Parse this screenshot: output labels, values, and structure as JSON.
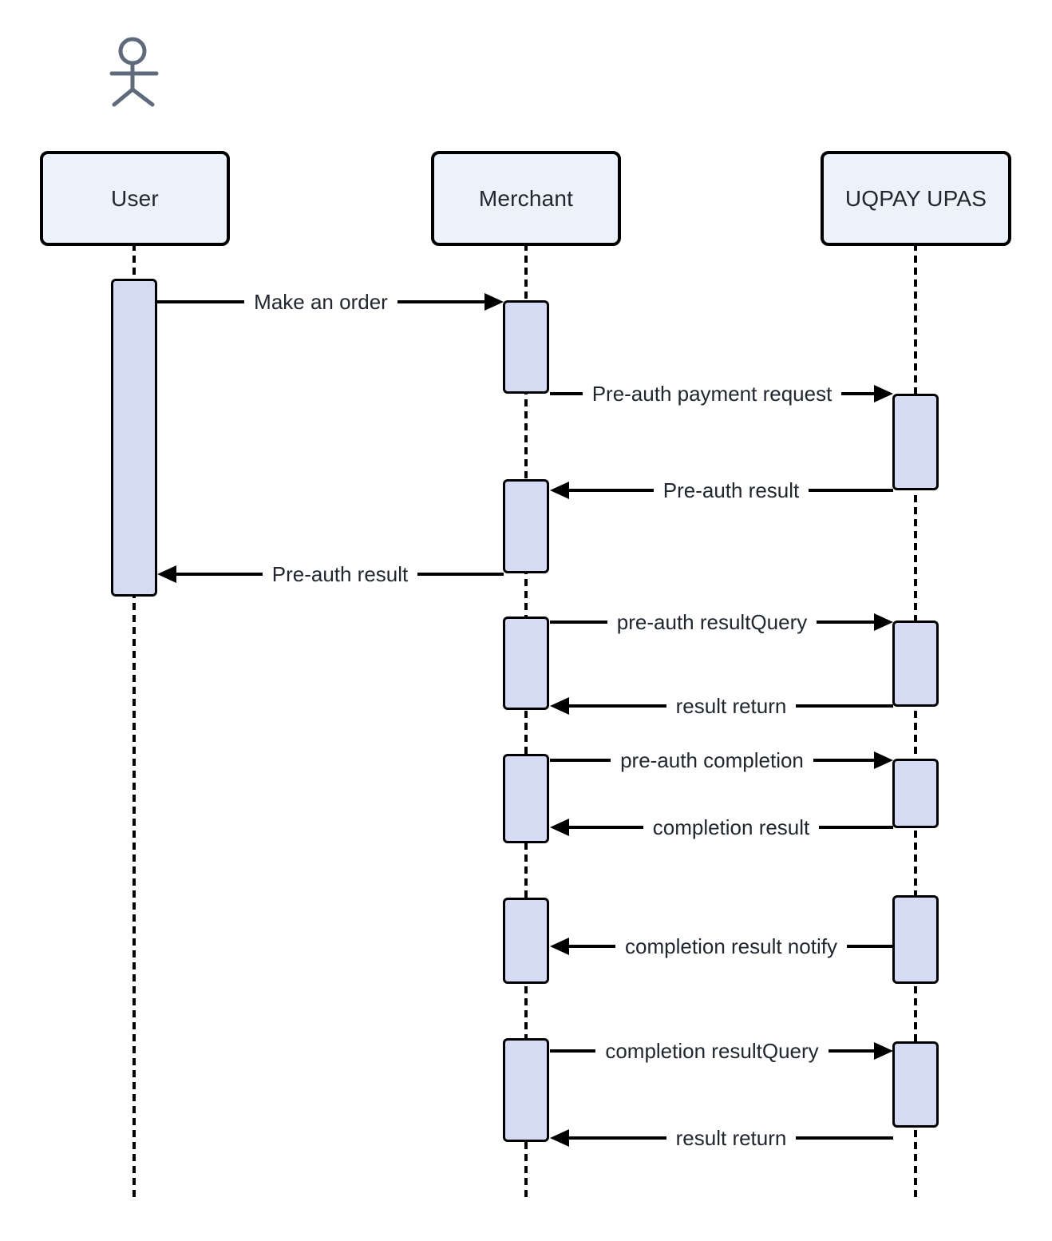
{
  "participants": [
    {
      "id": "user",
      "label": "User"
    },
    {
      "id": "merchant",
      "label": "Merchant"
    },
    {
      "id": "uqpay",
      "label": "UQPAY UPAS"
    }
  ],
  "actor": {
    "icon": "person-stick-figure-icon",
    "attached_to": "user"
  },
  "messages": [
    {
      "label": "Make an order",
      "from": "user",
      "to": "merchant",
      "direction": "right"
    },
    {
      "label": "Pre-auth payment request",
      "from": "merchant",
      "to": "uqpay",
      "direction": "right"
    },
    {
      "label": "Pre-auth result",
      "from": "uqpay",
      "to": "merchant",
      "direction": "left"
    },
    {
      "label": "Pre-auth result",
      "from": "merchant",
      "to": "user",
      "direction": "left"
    },
    {
      "label": "pre-auth resultQuery",
      "from": "merchant",
      "to": "uqpay",
      "direction": "right"
    },
    {
      "label": "result return",
      "from": "uqpay",
      "to": "merchant",
      "direction": "left"
    },
    {
      "label": "pre-auth completion",
      "from": "merchant",
      "to": "uqpay",
      "direction": "right"
    },
    {
      "label": "completion result",
      "from": "uqpay",
      "to": "merchant",
      "direction": "left"
    },
    {
      "label": "completion result notify",
      "from": "uqpay",
      "to": "merchant",
      "direction": "left"
    },
    {
      "label": "completion resultQuery",
      "from": "merchant",
      "to": "uqpay",
      "direction": "right"
    },
    {
      "label": "result return",
      "from": "uqpay",
      "to": "merchant",
      "direction": "left"
    }
  ],
  "colors": {
    "participant_fill": "#ecf2fb",
    "activation_fill": "#d5dbf3",
    "line": "#000000",
    "text": "#21262f",
    "actor": "#5f6b7a",
    "bg": "#ffffff"
  }
}
